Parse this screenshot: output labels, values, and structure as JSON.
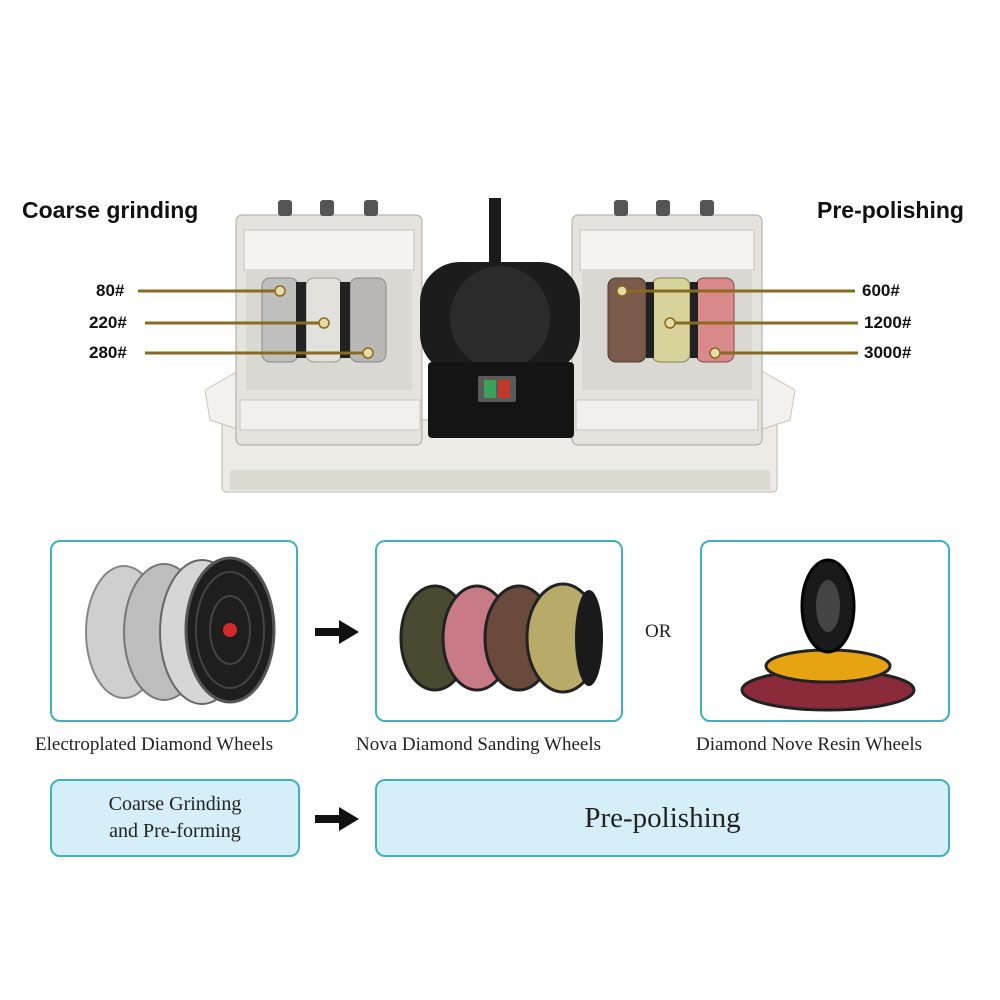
{
  "machine": {
    "left_heading": "Coarse grinding",
    "right_heading": "Pre-polishing",
    "left_grits": [
      "80#",
      "220#",
      "280#"
    ],
    "right_grits": [
      "600#",
      "1200#",
      "3000#"
    ]
  },
  "products": [
    {
      "caption": "Electroplated Diamond Wheels"
    },
    {
      "caption": "Nova Diamond Sanding Wheels"
    },
    {
      "caption": "Diamond Nove Resin Wheels"
    }
  ],
  "connector_or": "OR",
  "stages": {
    "coarse_line1": "Coarse Grinding",
    "coarse_line2": "and Pre-forming",
    "prepolish": "Pre-polishing"
  },
  "colors": {
    "accent_border": "#3fb1bd",
    "stage_fill": "#d5eef8",
    "leader_line": "#8a6a1e"
  }
}
